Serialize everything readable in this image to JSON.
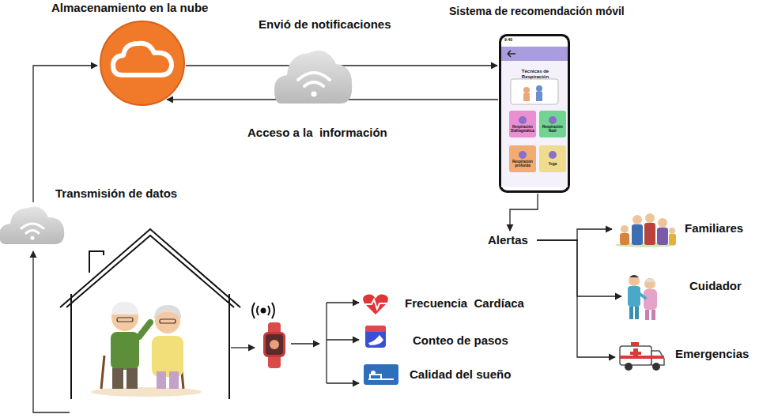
{
  "diagram": {
    "nodes": [
      {
        "text": [
          "Almacenamiento en la nube"
        ]
      },
      {
        "text": [
          "Sistema de recomendación móvil"
        ]
      },
      {
        "text": [
          "Alertas"
        ]
      },
      {
        "text": [
          "Familiares"
        ]
      },
      {
        "text": [
          "Cuidador"
        ]
      },
      {
        "text": [
          "Emergencias"
        ]
      },
      {
        "text": [
          "Frecuencia  Cardíaca"
        ]
      },
      {
        "text": [
          "Conteo de pasos"
        ]
      },
      {
        "text": [
          "Calidad del sueño"
        ]
      }
    ],
    "edges": [
      {
        "from": 0,
        "to": 1,
        "arrow": "to",
        "label": "Envió de notificaciones"
      },
      {
        "from": 1,
        "to": 0,
        "arrow": "to",
        "label": "Acceso a la  información"
      },
      {
        "from": 1,
        "to": 2,
        "arrow": "to"
      },
      {
        "from": 2,
        "to": 3,
        "arrow": "to"
      },
      {
        "from": 2,
        "to": 4,
        "arrow": "to"
      },
      {
        "from": 2,
        "to": 5,
        "arrow": "to"
      }
    ],
    "labels": [
      "Transmisión de datos",
      "9:40",
      "Técnicas de Respiración",
      "Respiración Diafragmática",
      "Respiración Nadi",
      "Respiración profunda",
      "Yoga"
    ]
  }
}
